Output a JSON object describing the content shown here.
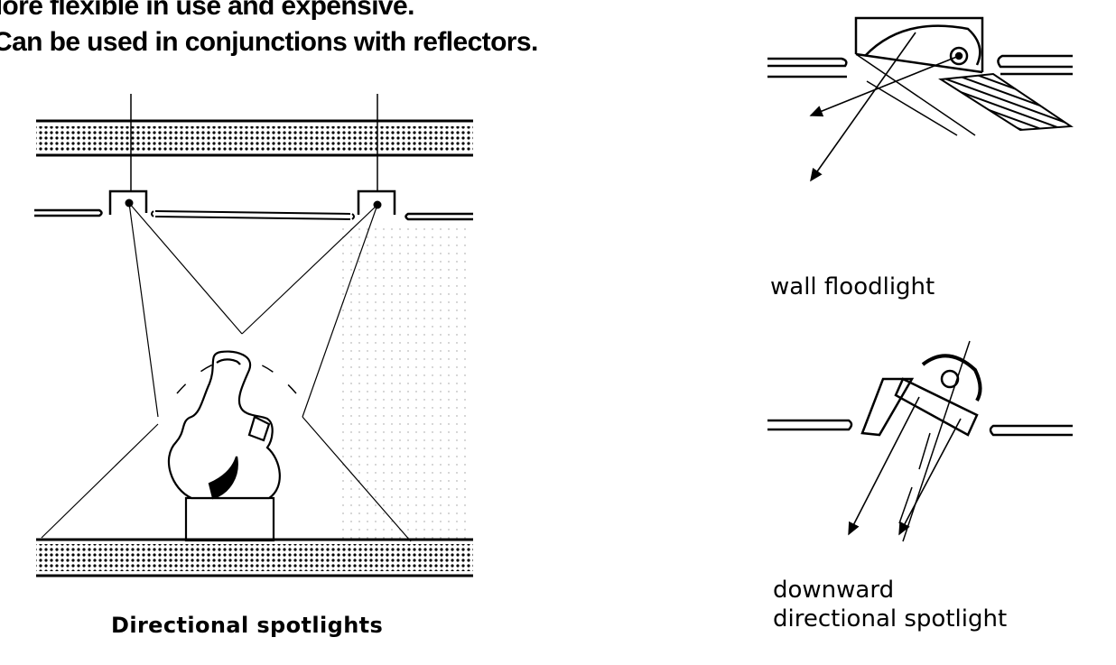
{
  "text": {
    "line1": "More flexible in use and expensive.",
    "line2": "Can be used in conjunctions with reflectors."
  },
  "captions": {
    "main": "Directional spotlights",
    "wall": "wall floodlight",
    "down_line1": "downward",
    "down_line2": "directional spotlight"
  },
  "colors": {
    "ink": "#000000",
    "background": "#ffffff"
  }
}
